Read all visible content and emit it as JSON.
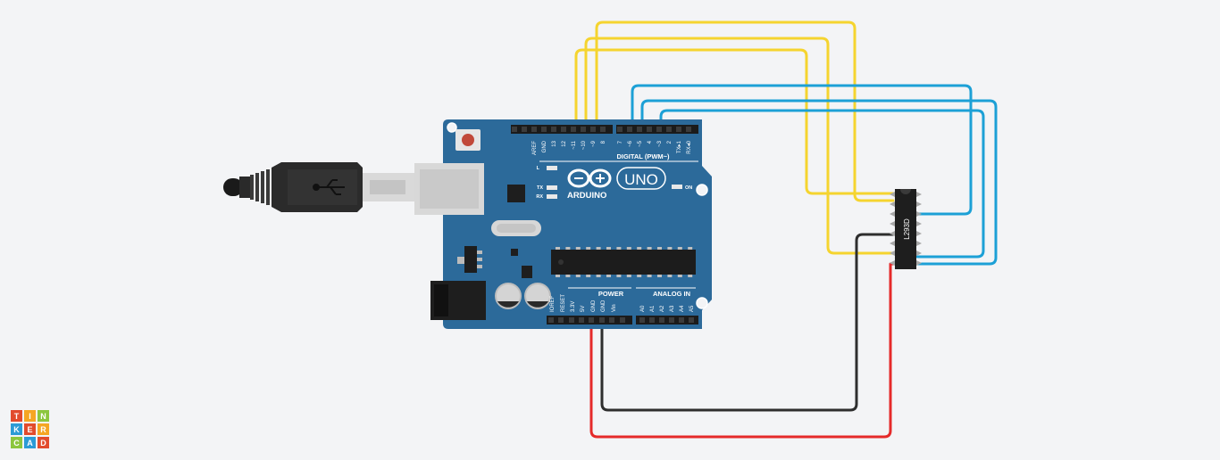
{
  "board": {
    "brand": "ARDUINO",
    "model": "UNO",
    "digital_header": "DIGITAL (PWM~)",
    "power_header": "POWER",
    "analog_header": "ANALOG IN",
    "led_labels": [
      "L",
      "TX",
      "RX"
    ],
    "on_label": "ON",
    "digital_pins": [
      "AREF",
      "GND",
      "13",
      "12",
      "~11",
      "~10",
      "~9",
      "8",
      "7",
      "~6",
      "~5",
      "4",
      "~3",
      "2",
      "TX▸1",
      "RX◂0"
    ],
    "power_pins": [
      "IOREF",
      "RESET",
      "3.3V",
      "5V",
      "GND",
      "GND",
      "Vin"
    ],
    "analog_pins": [
      "A0",
      "A1",
      "A2",
      "A3",
      "A4",
      "A5"
    ]
  },
  "chip": {
    "label": "L293D"
  },
  "logo": {
    "rows": [
      [
        "T",
        "I",
        "N"
      ],
      [
        "K",
        "E",
        "R"
      ],
      [
        "C",
        "A",
        "D"
      ]
    ]
  },
  "colors": {
    "board": "#2c6a9a",
    "wire_yellow": "#f5d42f",
    "wire_blue": "#1ca0d6",
    "wire_red": "#e52a2a",
    "wire_black": "#2e2e2e",
    "logo_t": "#e24b2d",
    "logo_i": "#f5a623",
    "logo_n": "#8cc63e",
    "logo_k": "#2c9bd6"
  }
}
